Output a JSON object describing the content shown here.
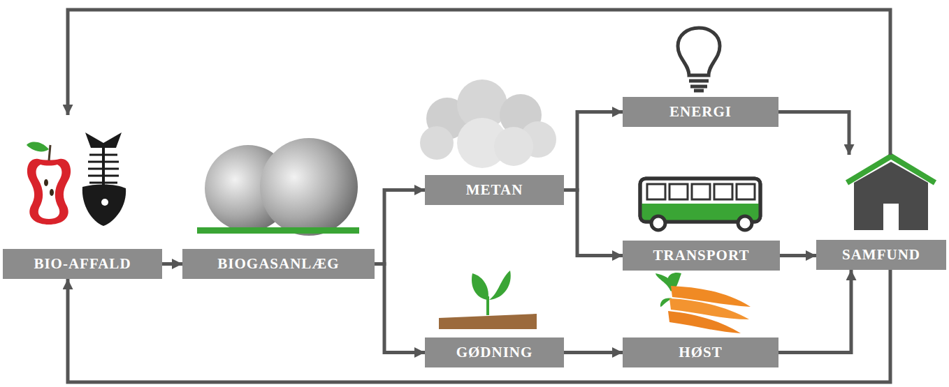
{
  "diagram": {
    "nodes": [
      {
        "text": [
          "BIO-AFFALD"
        ]
      },
      {
        "text": [
          "BIOGASANLÆG"
        ]
      },
      {
        "text": [
          "METAN"
        ]
      },
      {
        "text": [
          "ENERGI"
        ]
      },
      {
        "text": [
          "TRANSPORT"
        ]
      },
      {
        "text": [
          "GØDNING"
        ]
      },
      {
        "text": [
          "HØST"
        ]
      },
      {
        "text": [
          "SAMFUND"
        ]
      }
    ],
    "edges": [
      {
        "from": 0,
        "to": 1,
        "arrow": "to"
      },
      {
        "from": 1,
        "to": 2,
        "arrow": "to"
      },
      {
        "from": 1,
        "to": 5,
        "arrow": "to"
      },
      {
        "from": 2,
        "to": 3,
        "arrow": "to"
      },
      {
        "from": 2,
        "to": 4,
        "arrow": "to"
      },
      {
        "from": 5,
        "to": 6,
        "arrow": "to"
      },
      {
        "from": 3,
        "to": 7,
        "arrow": "to"
      },
      {
        "from": 4,
        "to": 7,
        "arrow": "to"
      },
      {
        "from": 6,
        "to": 7,
        "arrow": "to"
      },
      {
        "from": 7,
        "to": 0,
        "arrow": "to"
      },
      {
        "from": 7,
        "to": 0,
        "arrow": "to"
      }
    ]
  }
}
